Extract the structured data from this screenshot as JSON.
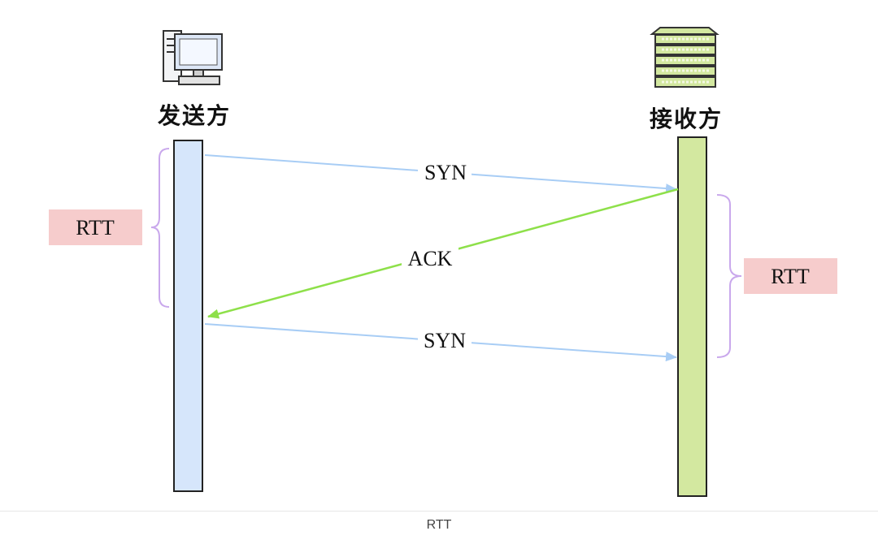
{
  "sender": {
    "label": "发送方",
    "icon": "desktop-computer-icon"
  },
  "receiver": {
    "label": "接收方",
    "icon": "server-stack-icon"
  },
  "messages": [
    {
      "label": "SYN",
      "direction": "sender-to-receiver"
    },
    {
      "label": "ACK",
      "direction": "receiver-to-sender"
    },
    {
      "label": "SYN",
      "direction": "sender-to-receiver"
    }
  ],
  "rtt_left": {
    "label": "RTT"
  },
  "rtt_right": {
    "label": "RTT"
  },
  "caption": "RTT",
  "colors": {
    "sender_bar": "#d6e6fb",
    "receiver_bar": "#d3e8a0",
    "syn_arrow": "#a8cdf5",
    "ack_arrow": "#8ee04a",
    "brace": "#c9a8ec",
    "rtt_box": "#f6cccc"
  }
}
